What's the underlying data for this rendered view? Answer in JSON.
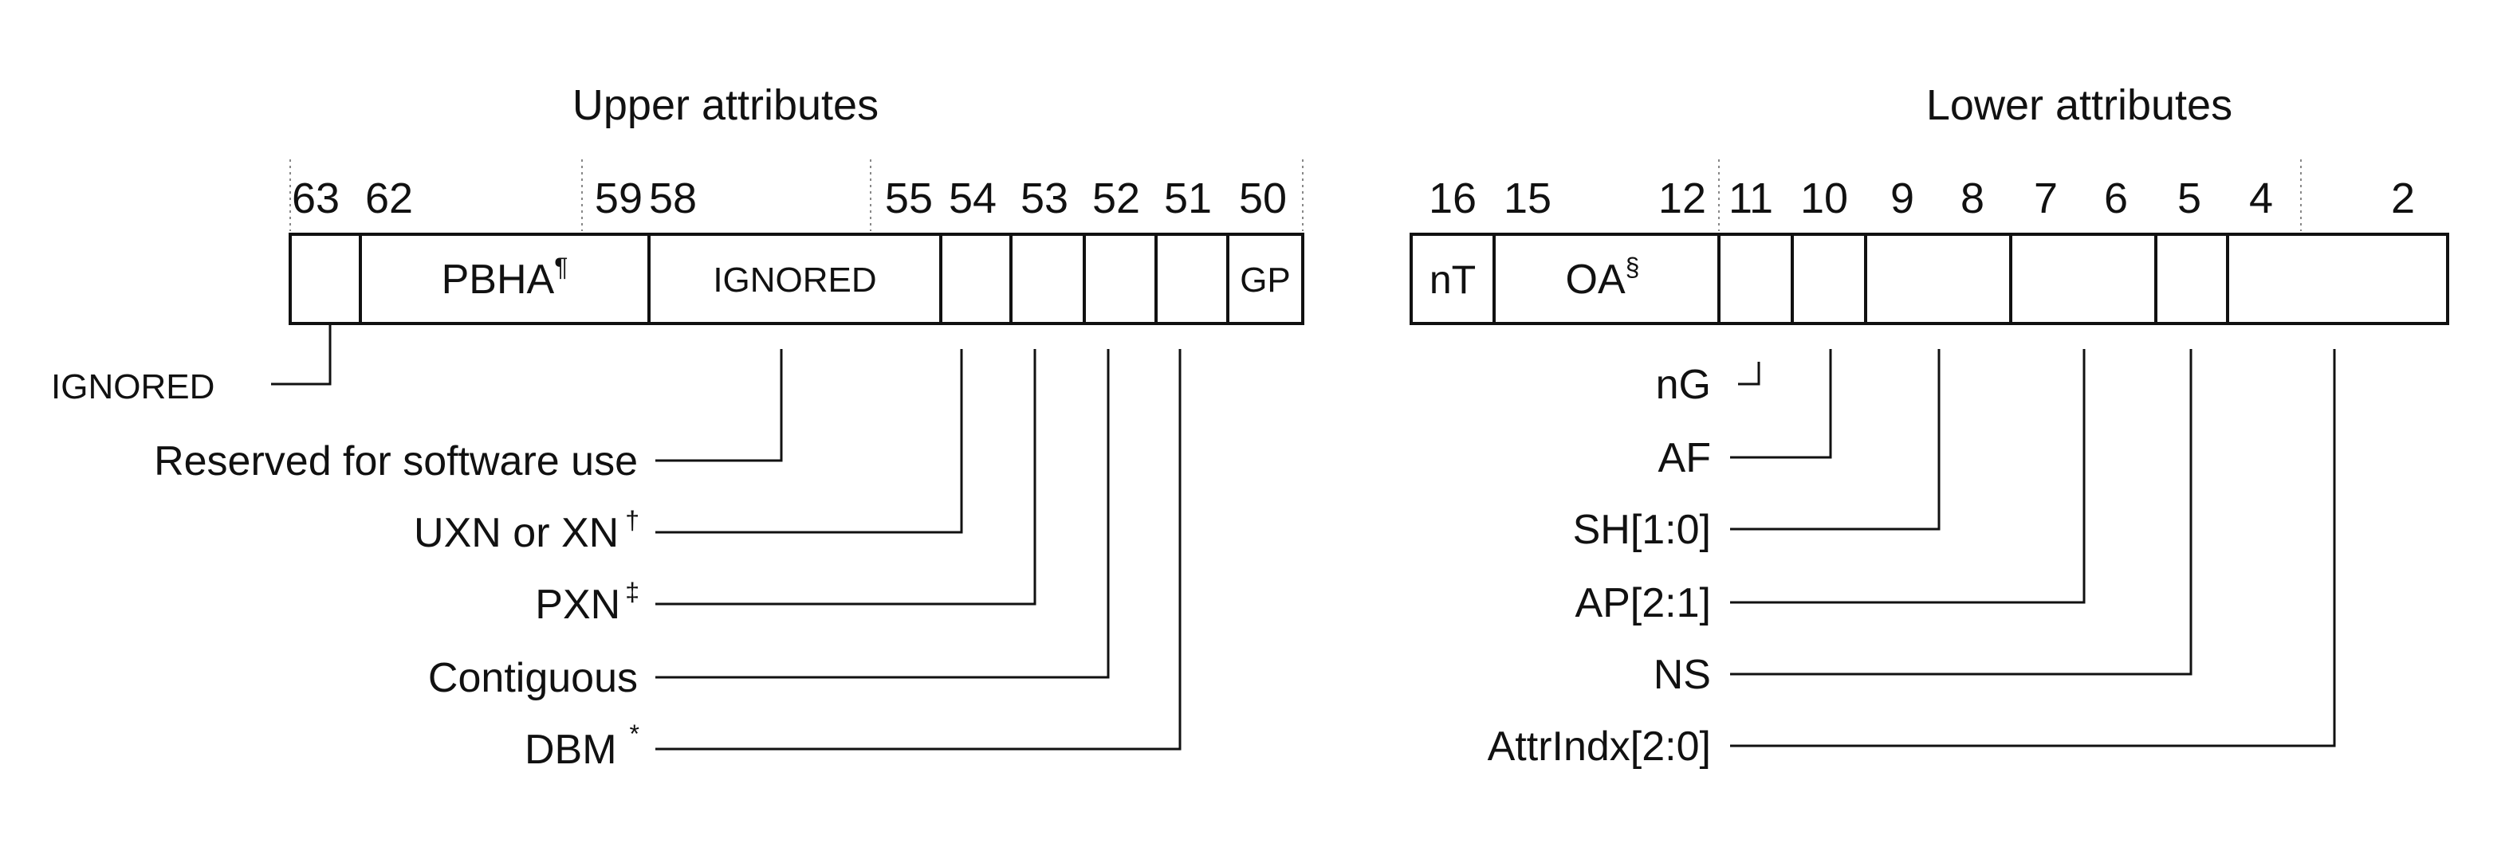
{
  "upper": {
    "title": "Upper attributes",
    "bit_numbers": [
      "63",
      "62",
      "59",
      "58",
      "55",
      "54",
      "53",
      "52",
      "51",
      "50"
    ],
    "fields": [
      {
        "label": ""
      },
      {
        "label": "PBHA",
        "sup": "¶"
      },
      {
        "label": "IGNORED",
        "sup": ""
      },
      {
        "label": ""
      },
      {
        "label": ""
      },
      {
        "label": ""
      },
      {
        "label": ""
      },
      {
        "label": "GP",
        "sup": ""
      }
    ],
    "callouts": [
      {
        "text": "IGNORED",
        "sup": ""
      },
      {
        "text": "Reserved for software use",
        "sup": ""
      },
      {
        "text": "UXN or XN",
        "sup": "†"
      },
      {
        "text": "PXN",
        "sup": "‡"
      },
      {
        "text": "Contiguous",
        "sup": ""
      },
      {
        "text": "DBM",
        "sup": "*"
      }
    ]
  },
  "lower": {
    "title": "Lower attributes",
    "bit_numbers": [
      "16",
      "15",
      "12",
      "11",
      "10",
      "9",
      "8",
      "7",
      "6",
      "5",
      "4",
      "2"
    ],
    "fields": [
      {
        "label": "nT",
        "sup": ""
      },
      {
        "label": "OA",
        "sup": "§"
      },
      {
        "label": ""
      },
      {
        "label": ""
      },
      {
        "label": ""
      },
      {
        "label": ""
      },
      {
        "label": ""
      },
      {
        "label": ""
      }
    ],
    "callouts": [
      {
        "text": "nG",
        "sup": ""
      },
      {
        "text": "AF",
        "sup": ""
      },
      {
        "text": "SH[1:0]",
        "sup": ""
      },
      {
        "text": "AP[2:1]",
        "sup": ""
      },
      {
        "text": "NS",
        "sup": ""
      },
      {
        "text": "AttrIndx[2:0]",
        "sup": ""
      }
    ]
  }
}
